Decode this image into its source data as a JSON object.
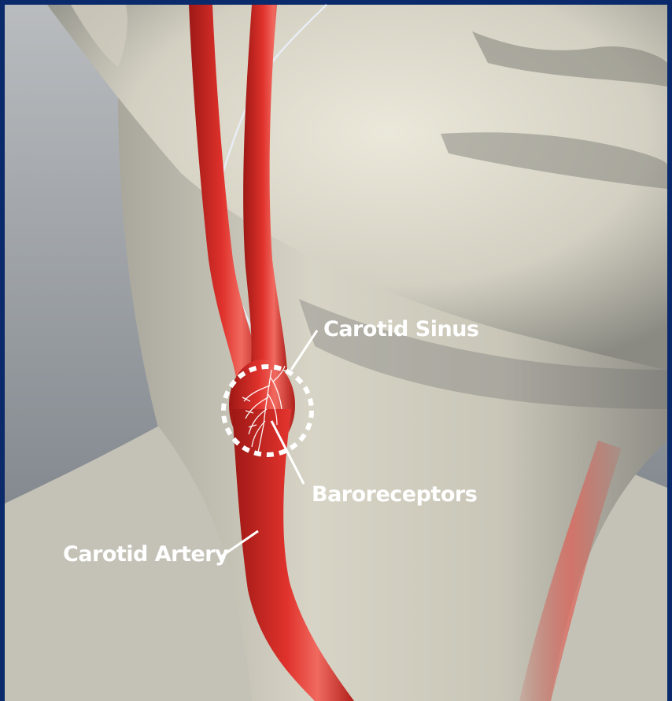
{
  "labels": {
    "carotid_sinus": "Carotid Sinus",
    "baroreceptors": "Baroreceptors",
    "carotid_artery": "Carotid Artery"
  },
  "colors": {
    "frame": "#0b2a6b",
    "artery": "#d42a26",
    "artery_highlight": "#f07a70",
    "skin_light": "#e6e3d4",
    "skin_shadow": "#8a8a82",
    "background_gray": "#9aa0a6",
    "label_text": "#ffffff",
    "nerve": "#e8ecf4",
    "sinus_ring": "#ffffff"
  }
}
